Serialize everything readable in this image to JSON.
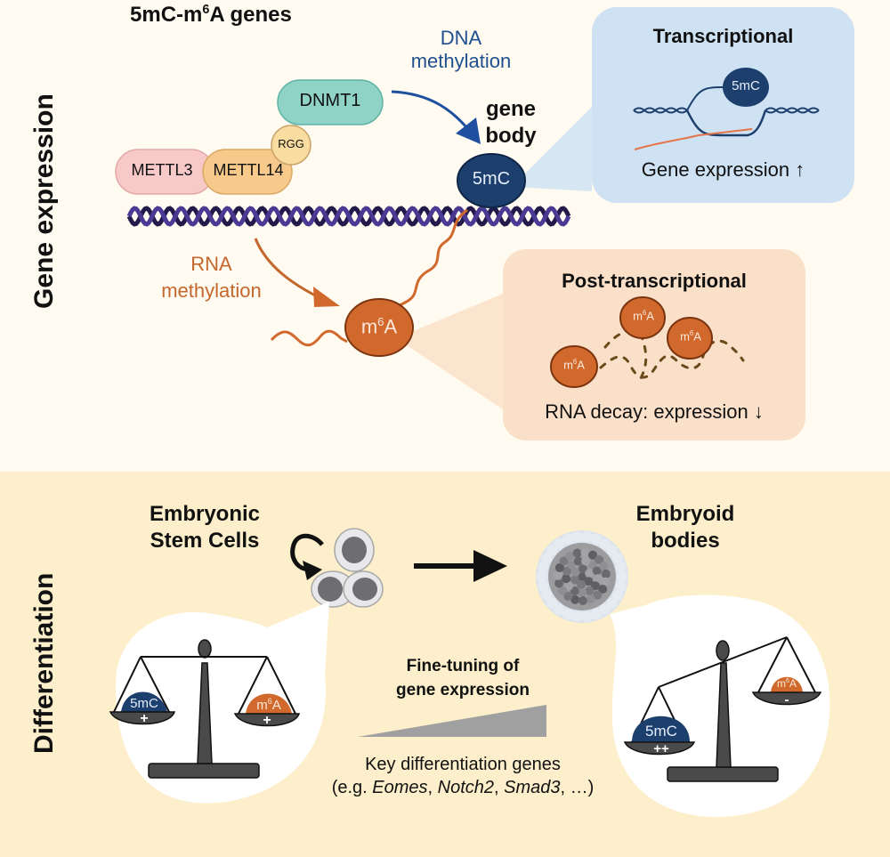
{
  "figure": {
    "title_prefix": "5mC-m",
    "title_sup": "6",
    "title_suffix": "A genes"
  },
  "sections": {
    "top_label": "Gene expression",
    "bottom_label": "Differentiation"
  },
  "proteins": {
    "dnmt1": "DNMT1",
    "rgg": "RGG",
    "mettl3": "METTL3",
    "mettl14": "METTL14"
  },
  "dna_methylation": {
    "line1": "DNA",
    "line2": "methylation",
    "target_line1": "gene",
    "target_line2": "body",
    "mark": "5mC"
  },
  "rna_methylation": {
    "line1": "RNA",
    "line2": "methylation",
    "mark_prefix": "m",
    "mark_sup": "6",
    "mark_suffix": "A"
  },
  "transcriptional_box": {
    "title": "Transcriptional",
    "mark": "5mC",
    "effect": "Gene expression ↑"
  },
  "post_transcriptional_box": {
    "title": "Post-transcriptional",
    "mark_prefix": "m",
    "mark_sup": "6",
    "mark_suffix": "A",
    "effect": "RNA decay: expression ↓"
  },
  "differentiation": {
    "esc_line1": "Embryonic",
    "esc_line2": "Stem Cells",
    "eb_line1": "Embryoid",
    "eb_line2": "bodies",
    "fine_tuning_line1": "Fine-tuning of",
    "fine_tuning_line2": "gene expression",
    "genes_line1": "Key differentiation genes",
    "genes_prefix": "(e.g. ",
    "genes": [
      "Eomes",
      "Notch2",
      "Smad3"
    ],
    "genes_suffix": ", …)",
    "sep": ", "
  },
  "balance_esc": {
    "left_mark": "5mC",
    "left_sign": "+",
    "right_mark_prefix": "m",
    "right_mark_sup": "6",
    "right_mark_suffix": "A",
    "right_sign": "+"
  },
  "balance_eb": {
    "left_mark": "5mC",
    "left_sign": "++",
    "right_mark_prefix": "m",
    "right_mark_sup": "6",
    "right_mark_suffix": "A",
    "right_sign": "-"
  },
  "colors": {
    "top_bg": "#fffbf0",
    "bottom_bg": "#fdefcb",
    "dnmt1": "#8fd3c6",
    "mettl3": "#f7c9c9",
    "mettl14": "#f7c98a",
    "rgg": "#f8dca0",
    "five_mc": "#1d3f6e",
    "m6a": "#d2692c",
    "dna_strand_a": "#221a4a",
    "dna_strand_b": "#4a3a94",
    "blue_arrow": "#1f4fa0",
    "trans_box": "#cfe2f3",
    "post_box": "#fbe0c9",
    "balance_gray": "#4a4a4a"
  }
}
